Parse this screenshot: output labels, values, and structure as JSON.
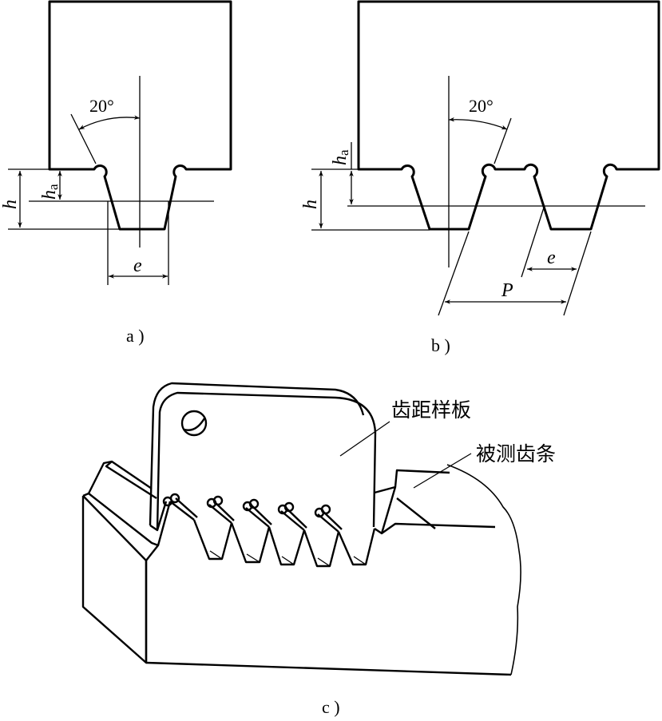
{
  "figure_a": {
    "angle_label": "20°",
    "dim_h": "h",
    "dim_ha_main": "h",
    "dim_ha_sub": "a",
    "dim_e": "e",
    "caption": "a )"
  },
  "figure_b": {
    "angle_label": "20°",
    "dim_h": "h",
    "dim_ha_main": "h",
    "dim_ha_sub": "a",
    "dim_e": "e",
    "dim_p": "P",
    "caption": "b )"
  },
  "figure_c": {
    "label_template": "齿距样板",
    "label_rack": "被测齿条",
    "caption": "c )"
  }
}
